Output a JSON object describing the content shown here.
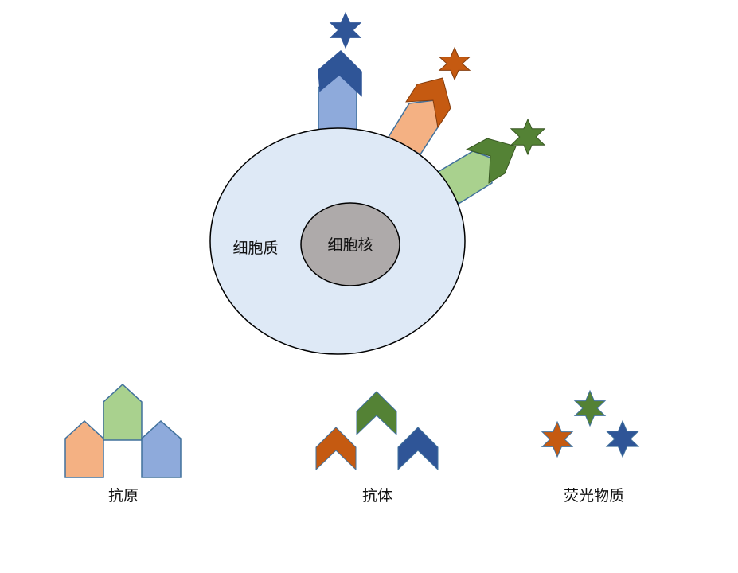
{
  "labels": {
    "cytoplasm": "细胞质",
    "nucleus": "细胞核",
    "antigen": "抗原",
    "antibody": "抗体",
    "fluorescent_substance": "荧光物质"
  },
  "colors": {
    "cytoplasm_fill": "#dee9f6",
    "nucleus_fill": "#aeaaaa",
    "blue_light": "#8eaadb",
    "blue_dark": "#2f5597",
    "orange_light": "#f4b183",
    "orange_dark": "#c55a11",
    "green_light": "#a9d18e",
    "green_dark": "#548235",
    "stroke": "#41719c"
  }
}
